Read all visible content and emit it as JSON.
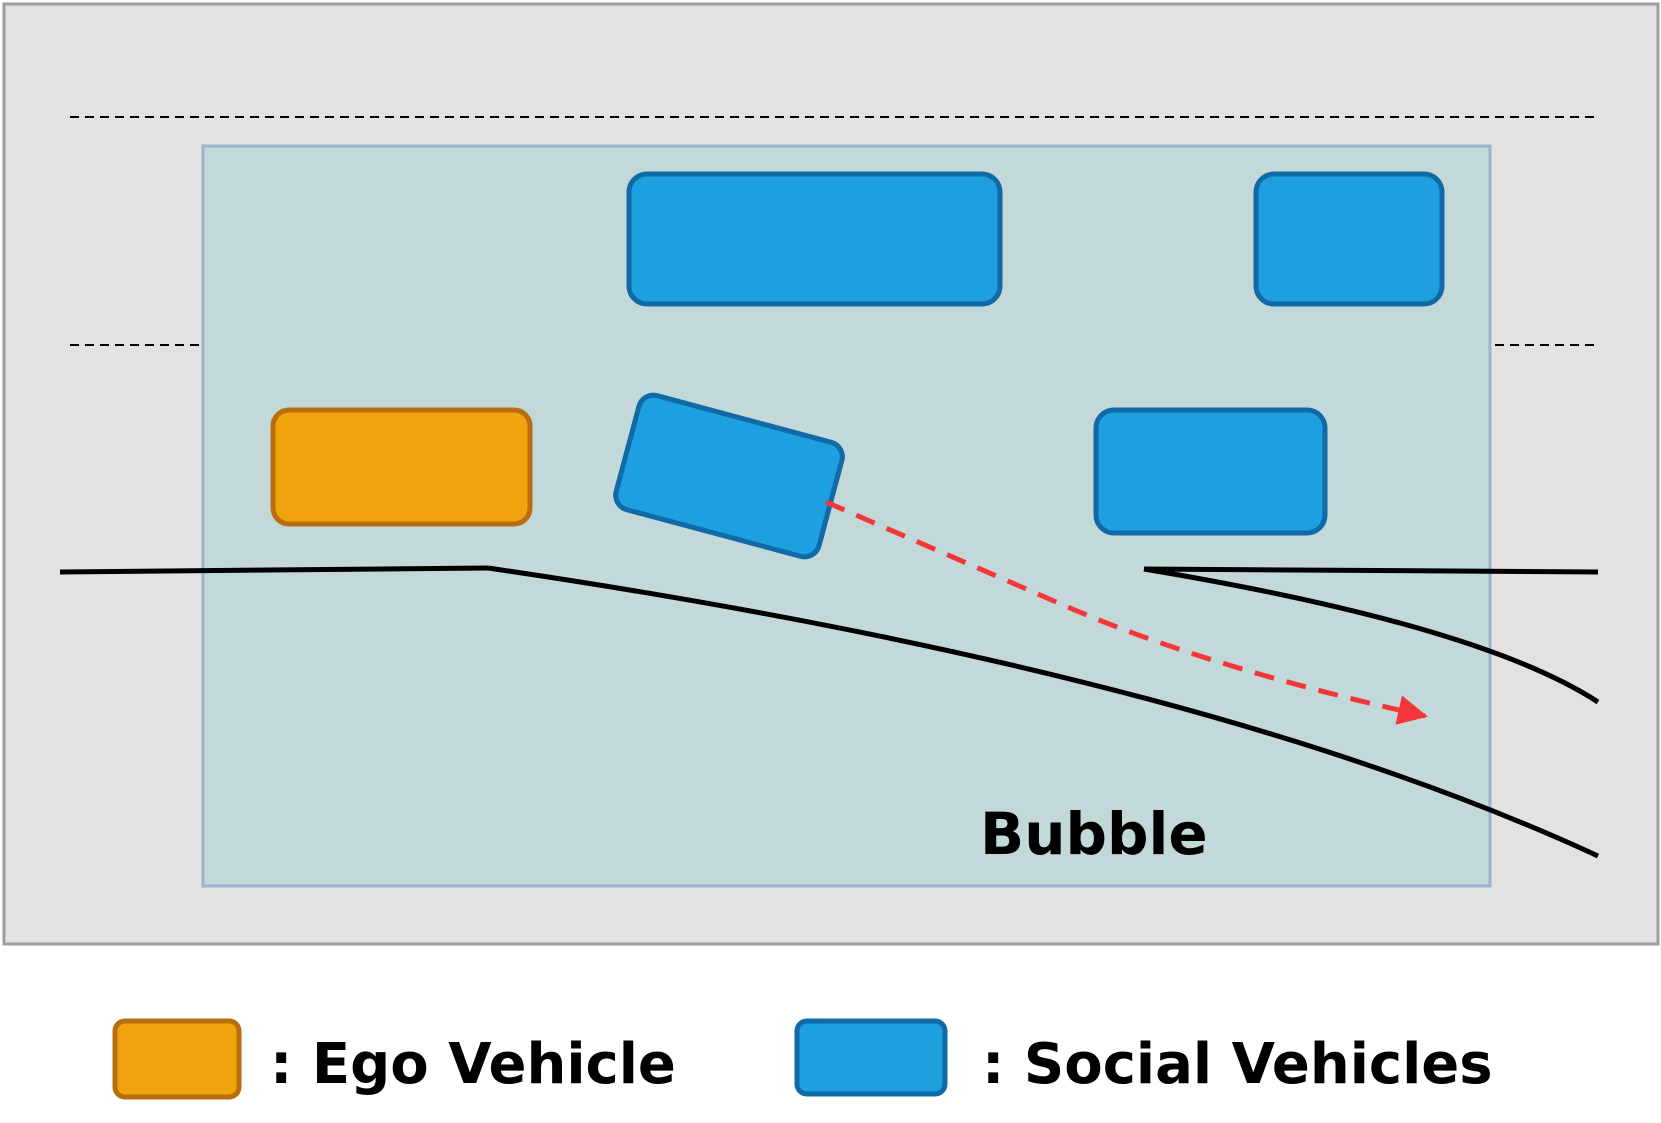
{
  "diagram": {
    "bubble_label": "Bubble",
    "colors": {
      "road_background": "#e2e2e2",
      "road_border": "#9e9e9e",
      "bubble_fill": "#c3d8d9",
      "bubble_border": "#9bb3cf",
      "ego_fill": "#f0a30c",
      "ego_stroke": "#b86e0f",
      "social_fill": "#1d9fe0",
      "social_stroke": "#0f6aa6",
      "trajectory": "#f4373a",
      "lane_line": "#000000"
    }
  },
  "legend": {
    "ego_label": ": Ego Vehicle",
    "social_label": ": Social Vehicles"
  }
}
